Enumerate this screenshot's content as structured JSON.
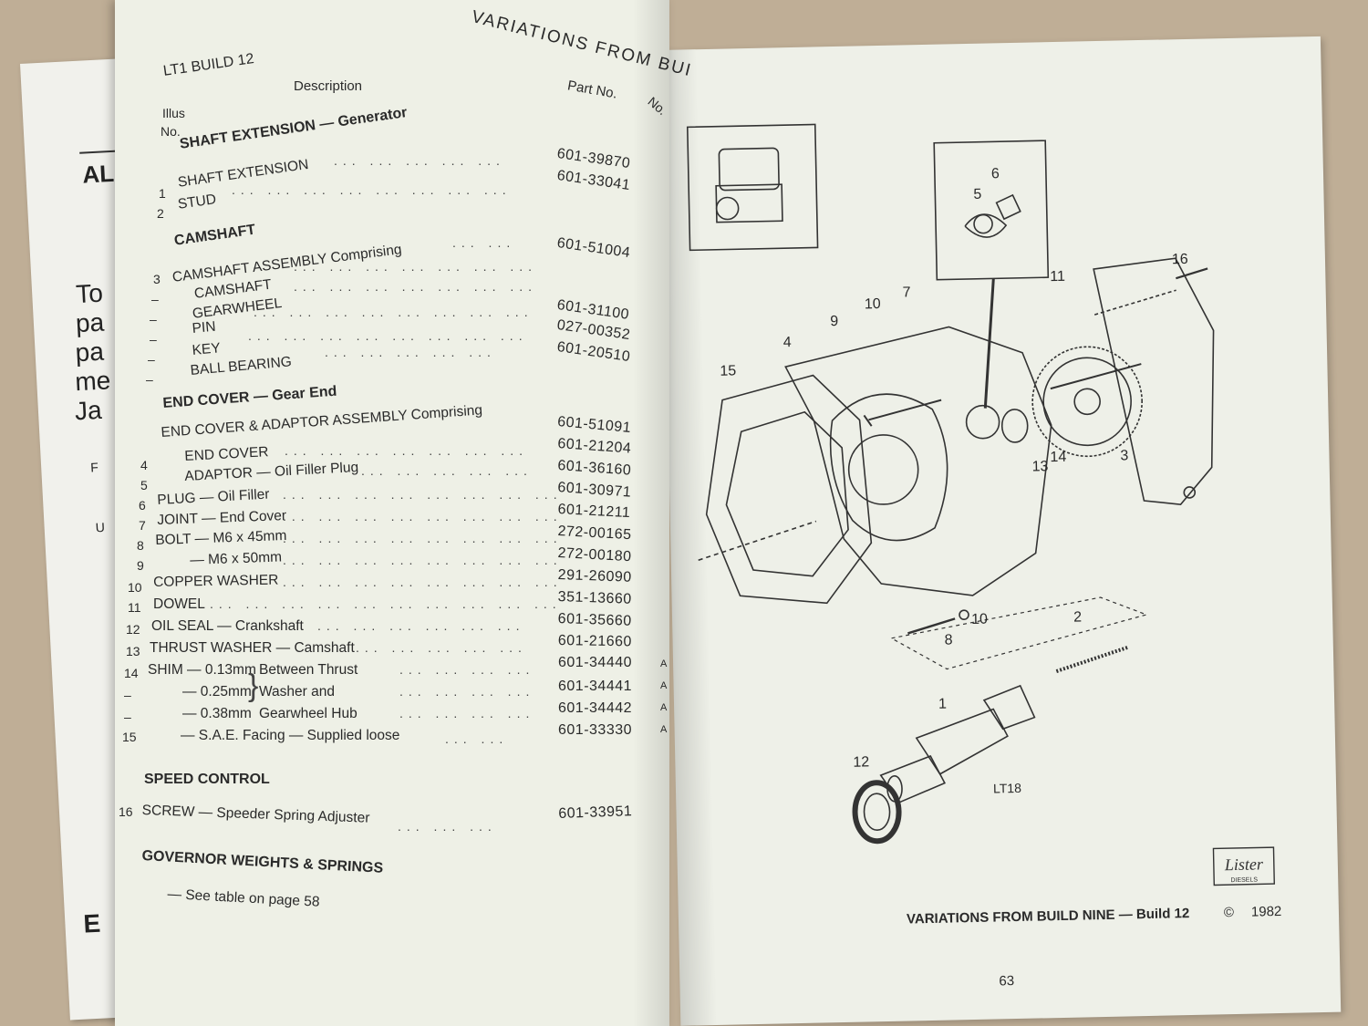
{
  "background_page": {
    "fragments": [
      "AL",
      "To",
      "pa",
      "pa",
      "me",
      "Ja",
      "F",
      "U",
      "E"
    ]
  },
  "left_page": {
    "running_head": "VARIATIONS FROM BUI",
    "build_label": "LT1 BUILD 12",
    "column_headers": {
      "illus_line1": "Illus",
      "illus_line2": "No.",
      "description": "Description",
      "part_no": "Part No.",
      "no_cut": "No."
    },
    "sections": [
      {
        "title": "SHAFT EXTENSION — Generator",
        "items": [
          {
            "illus": "1",
            "desc": "SHAFT EXTENSION",
            "part": "601-39870"
          },
          {
            "illus": "2",
            "desc": "STUD",
            "part": "601-33041"
          }
        ]
      },
      {
        "title": "CAMSHAFT",
        "items": [
          {
            "illus": "3",
            "desc": "CAMSHAFT ASSEMBLY Comprising",
            "part": "601-51004"
          },
          {
            "illus": "–",
            "desc": "CAMSHAFT",
            "part": ""
          },
          {
            "illus": "–",
            "desc": "GEARWHEEL",
            "part": "601-31100"
          },
          {
            "illus": "–",
            "desc": "PIN",
            "part": "027-00352"
          },
          {
            "illus": "–",
            "desc": "KEY",
            "part": "601-20510"
          },
          {
            "illus": "–",
            "desc": "BALL BEARING",
            "part": ""
          }
        ]
      },
      {
        "title": "END COVER — Gear End",
        "items": [
          {
            "illus": "",
            "desc": "END COVER & ADAPTOR ASSEMBLY Comprising",
            "part": "601-51091"
          },
          {
            "illus": "4",
            "desc": "END COVER",
            "part": "601-21204"
          },
          {
            "illus": "5",
            "desc": "ADAPTOR — Oil Filler Plug",
            "part": "601-36160"
          },
          {
            "illus": "6",
            "desc": "PLUG — Oil Filler",
            "part": "601-30971"
          },
          {
            "illus": "7",
            "desc": "JOINT — End Cover",
            "part": "601-21211"
          },
          {
            "illus": "8",
            "desc": "BOLT — M6 x 45mm",
            "part": "272-00165"
          },
          {
            "illus": "9",
            "desc": "— M6 x 50mm",
            "part": "272-00180"
          },
          {
            "illus": "10",
            "desc": "COPPER WASHER",
            "part": "291-26090"
          },
          {
            "illus": "11",
            "desc": "DOWEL",
            "part": "351-13660"
          },
          {
            "illus": "12",
            "desc": "OIL SEAL — Crankshaft",
            "part": "601-35660"
          },
          {
            "illus": "13",
            "desc": "THRUST WASHER — Camshaft",
            "part": "601-21660"
          },
          {
            "illus": "14",
            "desc": "SHIM — 0.13mm",
            "part": "601-34440"
          },
          {
            "illus": "–",
            "desc": "— 0.25mm",
            "part": "601-34441"
          },
          {
            "illus": "–",
            "desc": "— 0.38mm",
            "part": "601-34442"
          },
          {
            "illus": "15",
            "desc": "— S.A.E. Facing — Supplied loose",
            "part": "601-33330"
          }
        ],
        "shim_note": [
          "Between Thrust",
          "Washer and",
          "Gearwheel Hub"
        ]
      },
      {
        "title": "SPEED CONTROL",
        "items": [
          {
            "illus": "16",
            "desc": "SCREW — Speeder Spring Adjuster",
            "part": "601-33951"
          }
        ]
      },
      {
        "title": "GOVERNOR WEIGHTS & SPRINGS",
        "items": [
          {
            "illus": "",
            "desc": "— See table on page 58",
            "part": ""
          }
        ]
      }
    ],
    "margin_marks": [
      "A",
      "A",
      "A",
      "A"
    ]
  },
  "right_page": {
    "callouts": [
      "1",
      "2",
      "3",
      "4",
      "5",
      "6",
      "7",
      "8",
      "9",
      "10",
      "10",
      "11",
      "12",
      "13",
      "14",
      "15",
      "16"
    ],
    "diagram_code": "LT18",
    "logo_text": "Lister",
    "logo_sub": "DIESELS",
    "footer_title": "VARIATIONS FROM BUILD NINE — Build 12",
    "footer_copyright": "©",
    "footer_year": "1982",
    "page_number": "63"
  }
}
